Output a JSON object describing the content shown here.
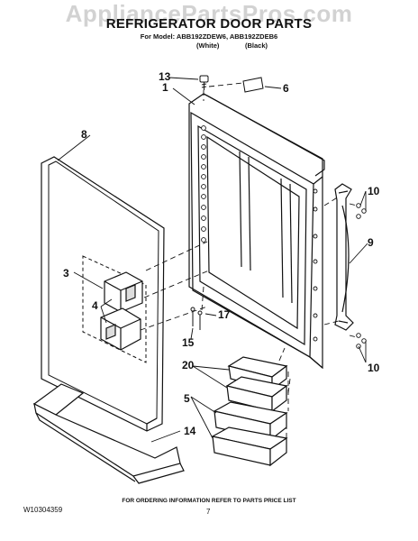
{
  "watermark": "AppliancePartsPros.com",
  "title": "REFRIGERATOR DOOR PARTS",
  "model_line": "For Model: ABB192ZDEW6, ABB192ZDEB6",
  "colors": [
    "(White)",
    "(Black)"
  ],
  "callouts": {
    "c1": "1",
    "c3": "3",
    "c4": "4",
    "c5": "5",
    "c6": "6",
    "c8": "8",
    "c9": "9",
    "c10a": "10",
    "c10b": "10",
    "c13": "13",
    "c14": "14",
    "c15": "15",
    "c17": "17",
    "c20": "20"
  },
  "footer": {
    "ordering_note": "FOR ORDERING INFORMATION REFER TO PARTS PRICE LIST",
    "doc_id": "W10304359",
    "page_number": "7"
  }
}
